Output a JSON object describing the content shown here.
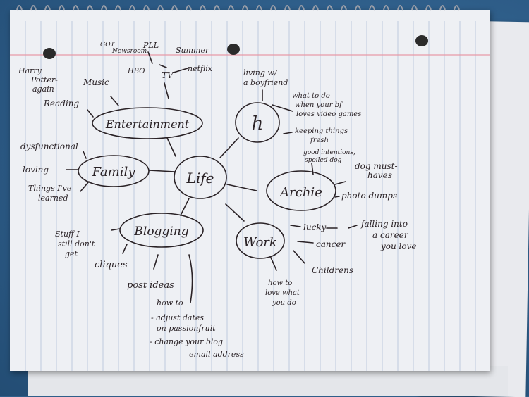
{
  "center": "Life",
  "entertainment": {
    "label": "Entertainment",
    "music": "Music",
    "reading": "Reading",
    "harry_potter": [
      "Harry",
      "Potter-",
      "again"
    ],
    "tv": "TV",
    "tv_items": {
      "got": "GOT",
      "newsroom": "Newsroom",
      "pll": "PLL",
      "summer": "Summer",
      "hbo": "HBO",
      "netflix": "netflix"
    }
  },
  "family": {
    "label": "Family",
    "items": {
      "dysfunctional": "dysfunctional",
      "loving": "loving",
      "things": [
        "Things I've",
        "learned"
      ]
    }
  },
  "h": {
    "label": "h",
    "living": [
      "living w/",
      "a boyfriend"
    ],
    "video_games": [
      "what to do",
      "when your bf",
      "loves video games"
    ],
    "fresh": [
      "keeping things",
      "fresh"
    ]
  },
  "archie": {
    "label": "Archie",
    "good_intentions": [
      "good intentions,",
      "spoiled dog"
    ],
    "must_haves": [
      "dog must-",
      "haves"
    ],
    "photo_dumps": "photo dumps"
  },
  "work": {
    "label": "Work",
    "lucky": "lucky",
    "falling": [
      "falling into",
      "a career",
      "you love"
    ],
    "cancer": "cancer",
    "childrens": "Childrens",
    "love_what": [
      "how to",
      "love what",
      "you do"
    ]
  },
  "blogging": {
    "label": "Blogging",
    "stuff": [
      "Stuff I",
      "still don't",
      "get"
    ],
    "cliques": "cliques",
    "post_ideas": "post ideas",
    "how_to": [
      "how to",
      "- adjust dates",
      "on passionfruit",
      "- change your blog",
      "email address"
    ]
  }
}
